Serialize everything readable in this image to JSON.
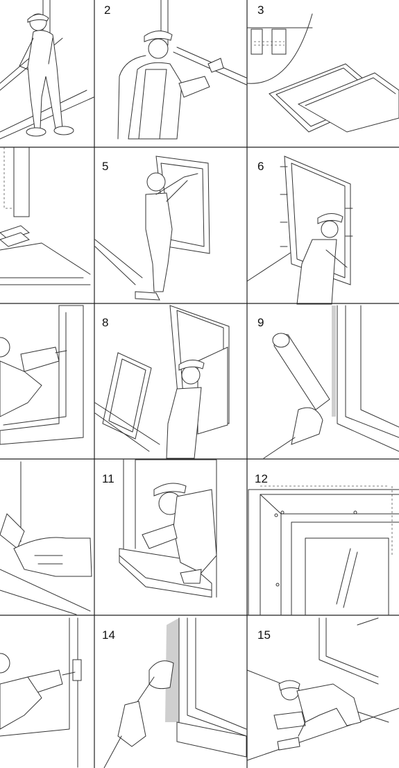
{
  "panels": [
    {
      "num": "",
      "alt": "worker fitting frame profile"
    },
    {
      "num": "2",
      "alt": "worker fixing profile"
    },
    {
      "num": "3",
      "alt": "frame section detail"
    },
    {
      "num": "",
      "alt": "opening with packing"
    },
    {
      "num": "5",
      "alt": "worker lifting sash"
    },
    {
      "num": "6",
      "alt": "frame with anchors"
    },
    {
      "num": "",
      "alt": "drilling frame"
    },
    {
      "num": "8",
      "alt": "hanging sash"
    },
    {
      "num": "9",
      "alt": "applying sealant"
    },
    {
      "num": "",
      "alt": "cutting foam"
    },
    {
      "num": "11",
      "alt": "fitting window sill"
    },
    {
      "num": "12",
      "alt": "corner detail"
    },
    {
      "num": "",
      "alt": "drilling handle"
    },
    {
      "num": "14",
      "alt": "plastering reveal"
    },
    {
      "num": "15",
      "alt": "cleaning up"
    }
  ]
}
